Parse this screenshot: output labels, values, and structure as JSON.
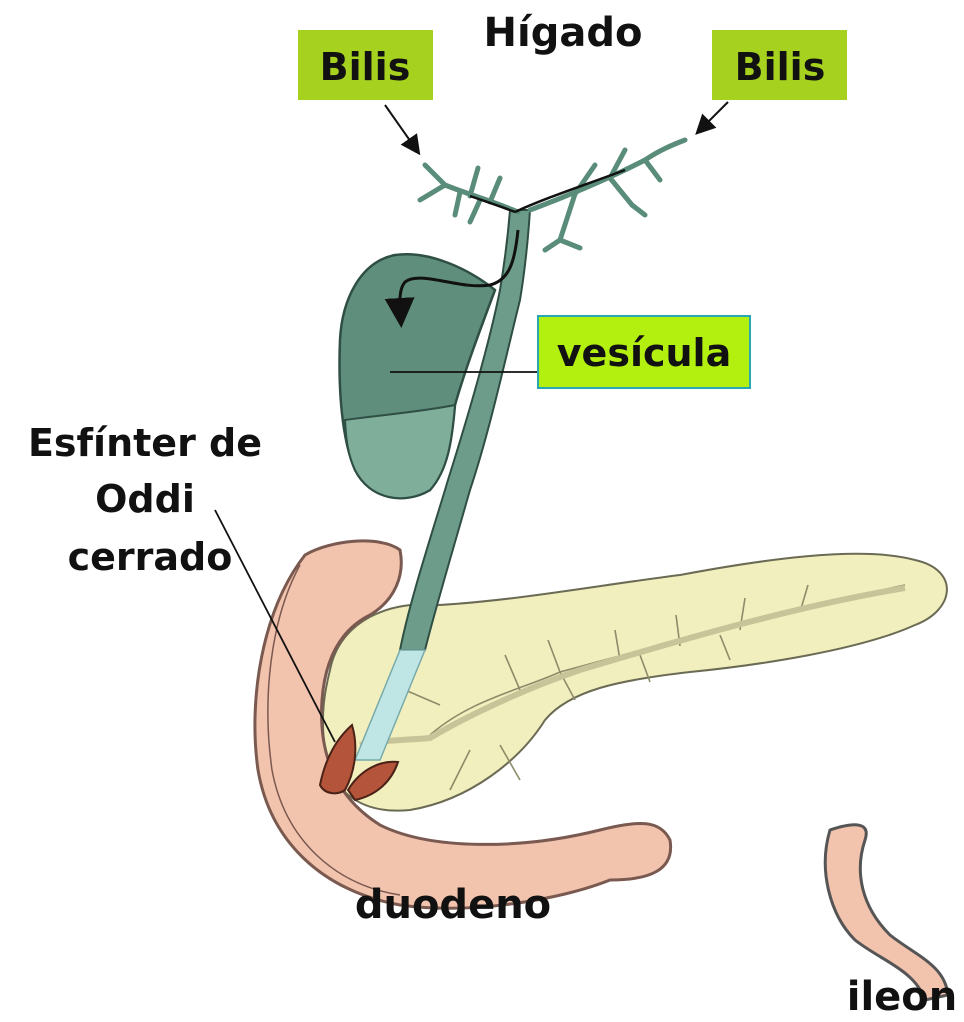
{
  "labels": {
    "liver": "Hígado",
    "bile_left": "Bilis",
    "bile_right": "Bilis",
    "gallbladder": "vesícula",
    "sphincter_line1": "Esfínter de",
    "sphincter_line2": "Oddi",
    "sphincter_line3": "cerrado",
    "duodenum": "duodeno",
    "ileum": "ileon"
  },
  "colors": {
    "label_box": "#a6d11e",
    "label_box_bright": "#b4f00f",
    "bile_duct": "#6e9c8a",
    "bile_duct_dark": "#3d6b5c",
    "gallbladder": "#5f8f7c",
    "pancreas": "#f1efbd",
    "intestine": "#f2c3ad",
    "sphincter": "#b4543a",
    "duct_in_pancreas": "#bfe6e4"
  }
}
